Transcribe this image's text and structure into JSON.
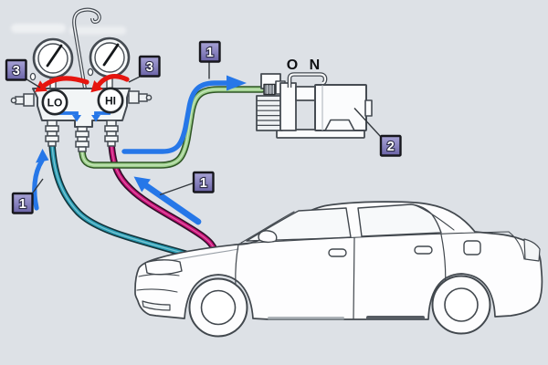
{
  "manifold": {
    "low_port_label": "LO",
    "high_port_label": "HI"
  },
  "pump": {
    "switch_label": "O N"
  },
  "callouts": {
    "hoses": "1",
    "vacuum_pump": "2",
    "manifold_valves": "3"
  },
  "colors": {
    "background": "#dde1e6",
    "arrow_blue": "#2677e8",
    "arrow_red": "#e6150f",
    "hose_low_side_teal": "#2b9fb6",
    "hose_center_green": "#9ccf8a",
    "hose_high_side_magenta": "#cc1179",
    "callout_badge_purple": "#8a84c0",
    "line_art": "#454b52"
  }
}
